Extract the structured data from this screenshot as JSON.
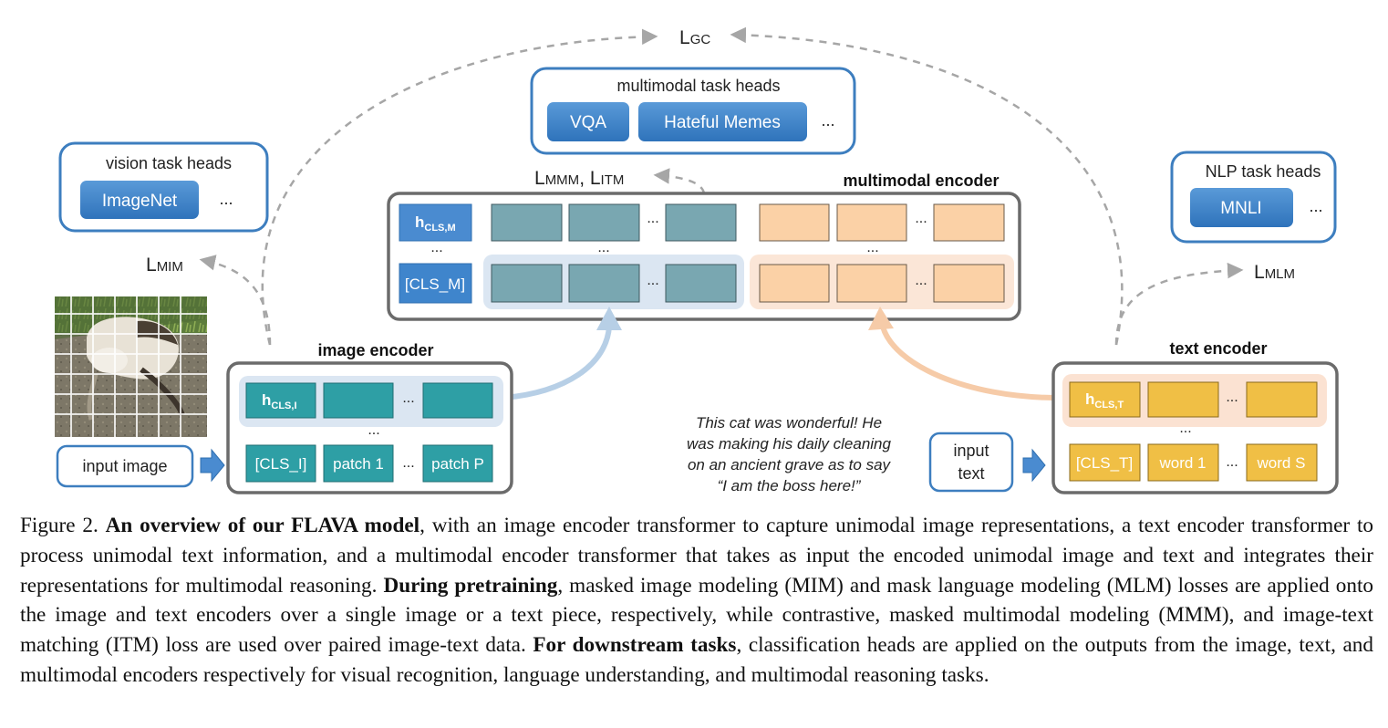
{
  "losses": {
    "gc": {
      "main": "L",
      "sub": "GC"
    },
    "mim": {
      "main": "L",
      "sub": "MIM"
    },
    "mlm": {
      "main": "L",
      "sub": "MLM"
    },
    "mmm_itm": {
      "l1": "L",
      "s1": "MMM",
      "sep": ", ",
      "l2": "L",
      "s2": "ITM"
    }
  },
  "vision_heads": {
    "title": "vision task heads",
    "items": [
      "ImageNet"
    ],
    "ellipsis": "..."
  },
  "multimodal_heads": {
    "title": "multimodal task heads",
    "items": [
      "VQA",
      "Hateful Memes"
    ],
    "ellipsis": "..."
  },
  "nlp_heads": {
    "title": "NLP task heads",
    "items": [
      "MNLI"
    ],
    "ellipsis": "..."
  },
  "image_encoder": {
    "title": "image encoder",
    "h_main": "h",
    "h_sub": "CLS,I",
    "cls": "[CLS_I]",
    "patch1": "patch 1",
    "patchP": "patch P",
    "ellipsis": "...",
    "vdots": "..."
  },
  "text_encoder": {
    "title": "text encoder",
    "h_main": "h",
    "h_sub": "CLS,T",
    "cls": "[CLS_T]",
    "word1": "word 1",
    "wordS": "word S",
    "ellipsis": "...",
    "vdots": "..."
  },
  "multimodal_encoder": {
    "title": "multimodal encoder",
    "h_main": "h",
    "h_sub": "CLS,M",
    "cls": "[CLS_M]",
    "ellipsis": "...",
    "vdots": "..."
  },
  "input_image_label": "input image",
  "input_text_label": [
    "input",
    "text"
  ],
  "sample_text": [
    "This cat was wonderful! He",
    "was making his daily cleaning",
    "on an ancient grave as to say",
    "“I am the boss here!”"
  ],
  "caption": {
    "prefix": "Figure 2.  ",
    "b1": "An overview of our FLAVA model",
    "t1": ", with an image encoder transformer to capture unimodal image representations, a text encoder transformer to process unimodal text information, and a multimodal encoder transformer that takes as input the encoded unimodal image and text and integrates their representations for multimodal reasoning. ",
    "b2": "During pretraining",
    "t2": ", masked image modeling (MIM) and mask language modeling (MLM) losses are applied onto the image and text encoders over a single image or a text piece, respectively, while contrastive, masked multimodal modeling (MMM), and image-text matching (ITM) loss are used over paired image-text data. ",
    "b3": "For downstream tasks",
    "t3": ", classification heads are applied on the outputs from the image, text, and multimodal encoders respectively for visual recognition, language understanding, and multimodal reasoning tasks."
  },
  "colors": {
    "frame_blue": "#3d7ebf",
    "button_blue": "#3f85cc",
    "encoder_border": "#6b6b6b",
    "teal": "#2e9fa5",
    "image_token_bg": "#dbe6f2",
    "mm_image_token": "#79a7b1",
    "mm_text_token": "#fbd1a6",
    "mm_text_bg": "#fbe6d7",
    "text_token": "#f0bf45",
    "text_token_bg": "#fbe2d2",
    "dashed": "#a6a6a6"
  }
}
